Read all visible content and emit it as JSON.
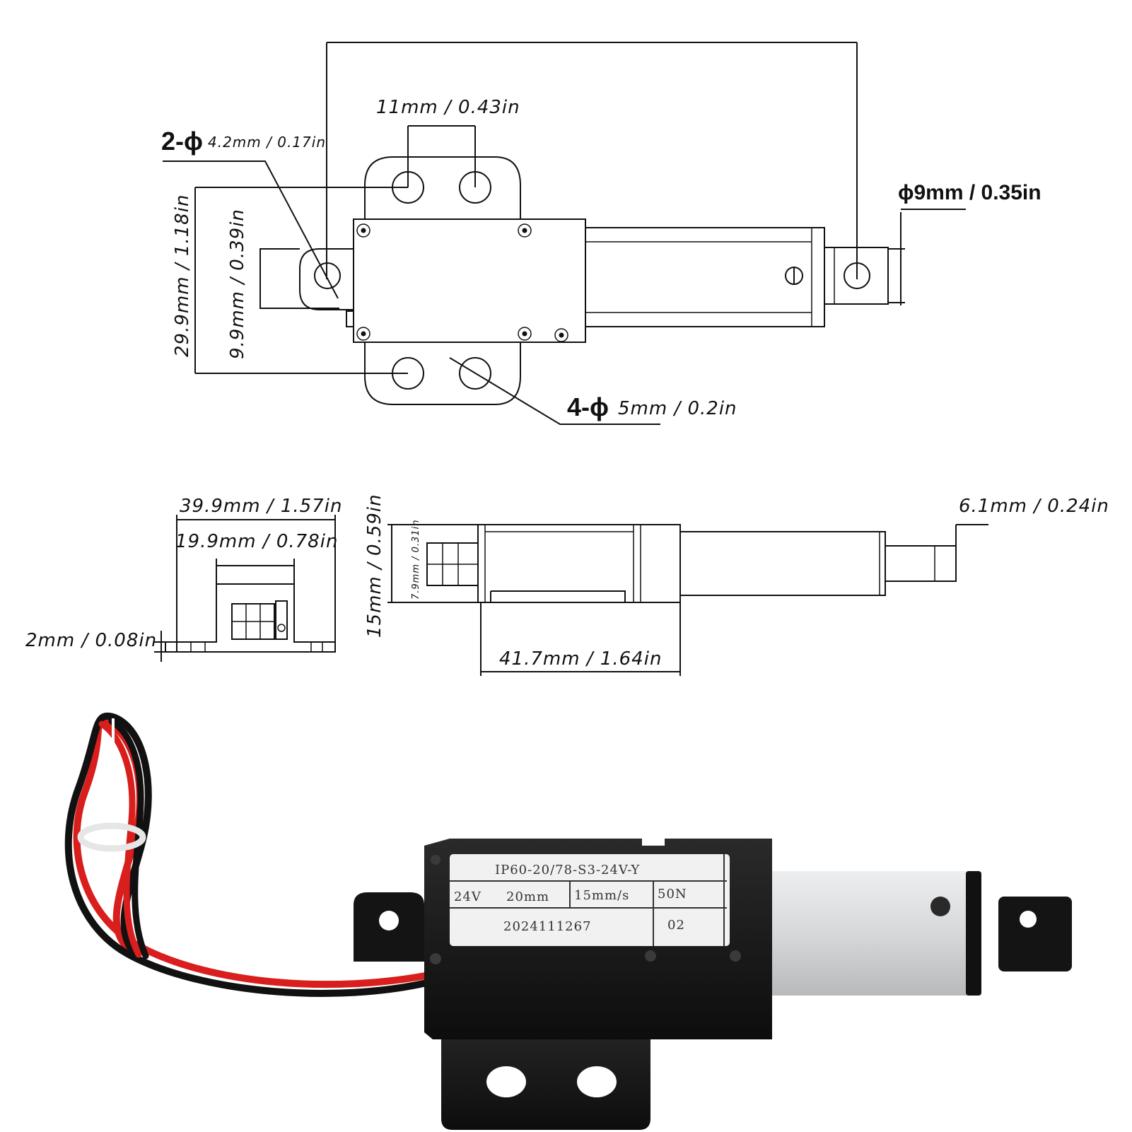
{
  "top_view": {
    "mount_hole_count_label": "2-ϕ",
    "mount_hole_dim": "4.2mm / 0.17in",
    "hole_spacing": "11mm / 0.43in",
    "rod_hole_dim": "ϕ9mm / 0.35in",
    "overall_height": "29.9mm / 1.18in",
    "rear_tab_height": "9.9mm / 0.39in",
    "base_hole_count_label": "4-ϕ",
    "base_hole_dim": "5mm / 0.2in"
  },
  "end_view": {
    "base_width": "39.9mm / 1.57in",
    "body_width": "19.9mm / 0.78in",
    "base_thickness": "2mm / 0.08in"
  },
  "side_view": {
    "body_height": "15mm / 0.59in",
    "rear_tab_height": "7.9mm / 0.31in",
    "body_length": "41.7mm / 1.64in",
    "rod_end_dim": "6.1mm / 0.24in"
  },
  "product_label": {
    "model": "IP60-20/78-S3-24V-Y",
    "voltage": "24V",
    "stroke": "20mm",
    "speed": "15mm/s",
    "force": "50N",
    "serial": "2024111267",
    "code": "02"
  },
  "colors": {
    "housing": "#141414",
    "tube": "#d9dbdd",
    "label_bg": "#f1f1f1",
    "wire_red": "#d91e1e",
    "wire_black": "#111111"
  }
}
